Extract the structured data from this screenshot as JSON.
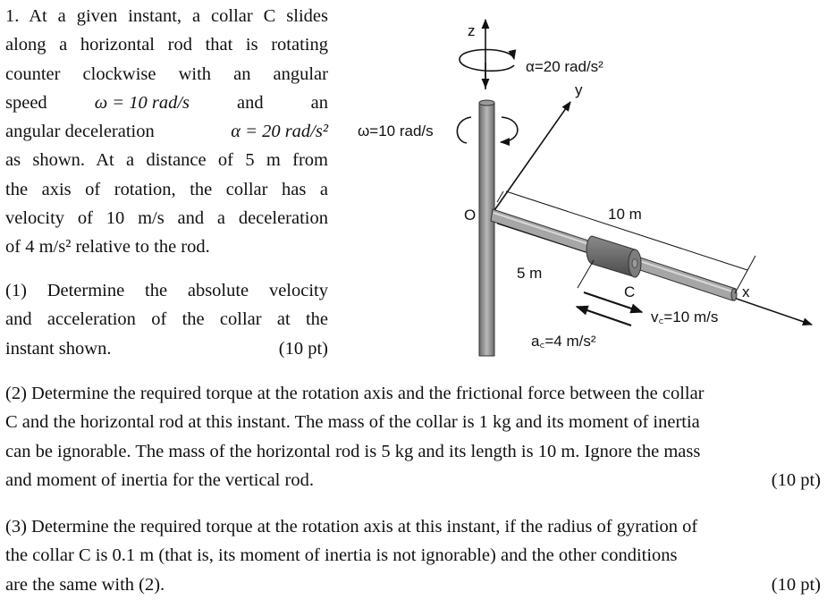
{
  "intro": {
    "l1": "1. At a given instant, a collar C slides",
    "l2": "along a horizontal rod that is rotating",
    "l3": "counter clockwise with an angular",
    "l4a": "speed",
    "l4b": "ω = 10 rad/s",
    "l4c": "and",
    "l4d": "an",
    "l5a": "angular deceleration",
    "l5b": "α = 20 rad/s²",
    "l6": "as shown. At a distance of 5 m from",
    "l7": "the axis of rotation, the collar has a",
    "l8": "velocity of 10 m/s and a deceleration",
    "l9": "of 4 m/s² relative to the rod."
  },
  "q1": {
    "l1": "(1) Determine the absolute velocity",
    "l2": "and acceleration of the collar at the",
    "l3": "instant shown.",
    "points": "(10 pt)"
  },
  "q2": {
    "l1": "(2) Determine the required torque at the rotation axis and the frictional force between the collar",
    "l2": "C and the horizontal rod at this instant. The mass of the collar is 1 kg and its moment of inertia",
    "l3": "can be ignorable. The mass of the horizontal rod is 5 kg and its length is 10 m. Ignore the mass",
    "l4": "and moment of inertia for the vertical rod.",
    "points": "(10 pt)"
  },
  "q3": {
    "l1": "(3) Determine the required torque at the rotation axis at this instant, if the radius of gyration of",
    "l2": "the collar C is 0.1 m (that is, its moment of inertia is not ignorable) and the other conditions",
    "l3": "are the same with (2).",
    "points": "(10 pt)"
  },
  "figure": {
    "z": "z",
    "y": "y",
    "x": "x",
    "alpha": "α=20 rad/s²",
    "omega": "ω=10 rad/s",
    "origin": "O",
    "length": "10 m",
    "dist": "5 m",
    "collar": "C",
    "vc": "v꜀=10 m/s",
    "ac": "a꜀=4 m/s²"
  }
}
